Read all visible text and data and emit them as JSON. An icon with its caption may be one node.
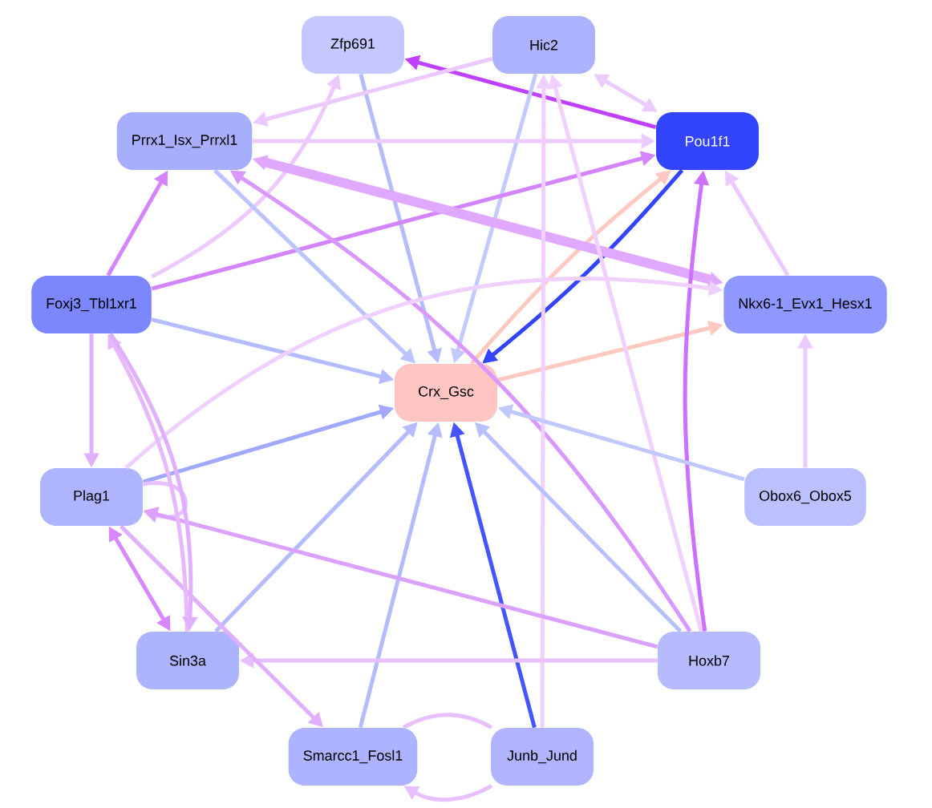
{
  "diagram": {
    "nodes": [
      {
        "text": [
          "Zfp691"
        ]
      },
      {
        "text": [
          "Hic2"
        ]
      },
      {
        "text": [
          "Prrx1_Isx_Prrxl1"
        ]
      },
      {
        "text": [
          "Pou1f1"
        ]
      },
      {
        "text": [
          "Foxj3_Tbl1xr1"
        ]
      },
      {
        "text": [
          "Nkx6-1_Evx1_Hesx1"
        ]
      },
      {
        "text": [
          "Crx_Gsc"
        ]
      },
      {
        "text": [
          "Plag1"
        ]
      },
      {
        "text": [
          "Obox6_Obox5"
        ]
      },
      {
        "text": [
          "Sin3a"
        ]
      },
      {
        "text": [
          "Hoxb7"
        ]
      },
      {
        "text": [
          "Smarcc1_Fosl1"
        ]
      },
      {
        "text": [
          "Junb_Jund"
        ]
      }
    ],
    "edges": [
      {
        "from": 3,
        "to": 0,
        "arrow": "to",
        "color": "#c040ff"
      },
      {
        "from": 1,
        "to": 3,
        "arrow": "both",
        "color": "#ecccff"
      },
      {
        "from": 0,
        "to": 6,
        "arrow": "to",
        "color": "#b4bcff"
      },
      {
        "from": 1,
        "to": 6,
        "arrow": "to",
        "color": "#c4caff"
      },
      {
        "from": 3,
        "to": 6,
        "arrow": "to",
        "color": "#3344ff"
      },
      {
        "from": 6,
        "to": 3,
        "arrow": "to",
        "color": "#ffc8c0"
      },
      {
        "from": 6,
        "to": 5,
        "arrow": "to",
        "color": "#ffc8c0"
      },
      {
        "from": 2,
        "to": 3,
        "arrow": "to",
        "color": "#eccaff"
      },
      {
        "from": 1,
        "to": 2,
        "arrow": "to",
        "color": "#eccaff"
      },
      {
        "from": 4,
        "to": 3,
        "arrow": "to",
        "color": "#d484ff"
      },
      {
        "from": 4,
        "to": 2,
        "arrow": "to",
        "color": "#d484ff"
      },
      {
        "from": 4,
        "to": 0,
        "arrow": "to",
        "color": "#eccaff"
      },
      {
        "from": 4,
        "to": 6,
        "arrow": "to",
        "color": "#b4bcff"
      },
      {
        "from": 2,
        "to": 6,
        "arrow": "to",
        "color": "#bcc4ff"
      },
      {
        "from": 5,
        "to": 2,
        "arrow": "both",
        "style": "thick",
        "color": "#e0a8ff"
      },
      {
        "from": 10,
        "to": 2,
        "arrow": "to",
        "color": "#d898ff"
      },
      {
        "from": 10,
        "to": 1,
        "arrow": "to",
        "color": "#f0d0ff"
      },
      {
        "from": 12,
        "to": 1,
        "arrow": "to",
        "color": "#f0d0ff"
      },
      {
        "from": 10,
        "to": 3,
        "arrow": "to",
        "color": "#cc70ff"
      },
      {
        "from": 5,
        "to": 3,
        "arrow": "to",
        "color": "#eccaff"
      },
      {
        "from": 8,
        "to": 5,
        "arrow": "to",
        "color": "#eccaff"
      },
      {
        "from": 8,
        "to": 6,
        "arrow": "to",
        "color": "#c0c8ff"
      },
      {
        "from": 10,
        "to": 6,
        "arrow": "to",
        "color": "#b8c0ff"
      },
      {
        "from": 12,
        "to": 6,
        "arrow": "to",
        "color": "#4455ff"
      },
      {
        "from": 11,
        "to": 6,
        "arrow": "to",
        "color": "#b4bcff"
      },
      {
        "from": 9,
        "to": 6,
        "arrow": "to",
        "color": "#b4bcff"
      },
      {
        "from": 7,
        "to": 6,
        "arrow": "to",
        "color": "#a0a8ff"
      },
      {
        "from": 7,
        "to": 5,
        "arrow": "to",
        "color": "#f0d0ff"
      },
      {
        "from": 7,
        "to": 7,
        "arrow": "to",
        "color": "#e8c0ff"
      },
      {
        "from": 10,
        "to": 7,
        "arrow": "to",
        "color": "#dca0ff"
      },
      {
        "from": 10,
        "to": 9,
        "arrow": "to",
        "color": "#e8c0ff"
      },
      {
        "from": 7,
        "to": 11,
        "arrow": "to",
        "color": "#e0b0ff"
      },
      {
        "from": 7,
        "to": 9,
        "arrow": "both",
        "color": "#d888ff"
      },
      {
        "from": 4,
        "to": 7,
        "arrow": "to",
        "color": "#e0b0ff"
      },
      {
        "from": 9,
        "to": 4,
        "arrow": "to",
        "color": "#e8b8ff"
      },
      {
        "from": 4,
        "to": 9,
        "arrow": "to",
        "color": "#e0b0ff"
      },
      {
        "from": 12,
        "to": 11,
        "arrow": "to",
        "color": "#e8c0ff"
      },
      {
        "from": 11,
        "to": 12,
        "arrow": "none",
        "color": "#e8c0ff"
      }
    ]
  }
}
